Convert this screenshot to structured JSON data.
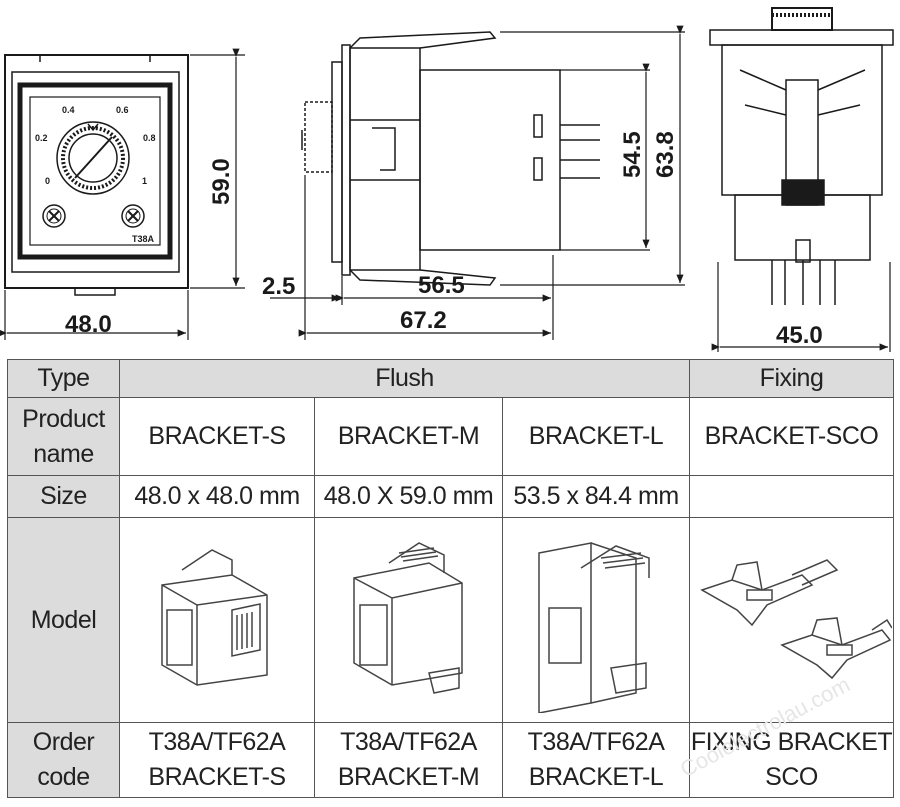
{
  "dimensions": {
    "front_width": "48.0",
    "front_height": "59.0",
    "side_panel": "2.5",
    "side_body": "56.5",
    "side_total": "67.2",
    "side_inner_height": "54.5",
    "side_outer_height": "63.8",
    "rear_width": "45.0"
  },
  "dial_labels": {
    "l0": "0",
    "l02": "0.2",
    "l04": "0.4",
    "l06": "0.6",
    "l08": "0.8",
    "l1": "1",
    "model_mark": "T38A"
  },
  "table": {
    "header": {
      "type_label": "Type",
      "flush": "Flush",
      "fixing": "Fixing"
    },
    "row_labels": {
      "product_name_1": "Product",
      "product_name_2": "name",
      "size": "Size",
      "model": "Model",
      "order_code_1": "Order",
      "order_code_2": "code"
    },
    "products": [
      {
        "name": "BRACKET-S",
        "size": "48.0 x 48.0 mm",
        "order_1": "T38A/TF62A",
        "order_2": "BRACKET-S",
        "model_icon": "bracket-s-icon"
      },
      {
        "name": "BRACKET-M",
        "size": "48.0 X 59.0 mm",
        "order_1": "T38A/TF62A",
        "order_2": "BRACKET-M",
        "model_icon": "bracket-m-icon"
      },
      {
        "name": "BRACKET-L",
        "size": "53.5 x 84.4 mm",
        "order_1": "T38A/TF62A",
        "order_2": "BRACKET-L",
        "model_icon": "bracket-l-icon"
      },
      {
        "name": "BRACKET-SCO",
        "size": "",
        "order_1": "FIXING BRACKET",
        "order_2": "SCO",
        "model_icon": "fixing-bracket-sco-icon"
      }
    ]
  },
  "watermark": "Coolelectrolau.com"
}
